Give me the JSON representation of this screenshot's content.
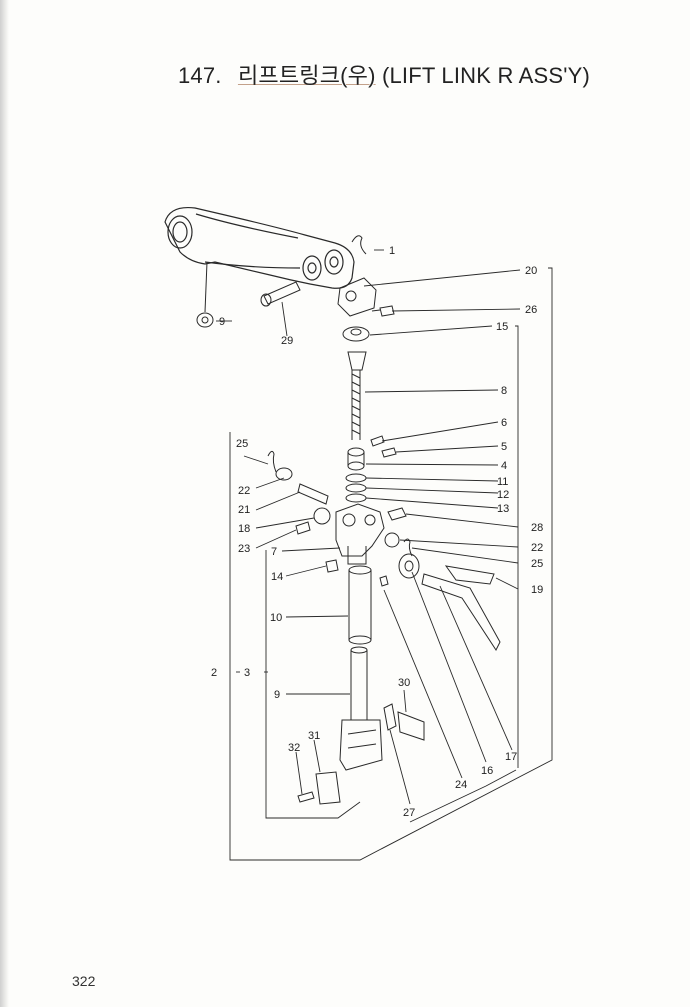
{
  "title": {
    "number": "147.",
    "korean": "리프트링크(우)",
    "english": "(LIFT LINK R ASS'Y)"
  },
  "page_number": "322",
  "callouts": {
    "c1": "1",
    "c2": "2",
    "c3": "3",
    "c4": "4",
    "c5": "5",
    "c6": "6",
    "c7": "7",
    "c8": "8",
    "c9": "9",
    "c10": "10",
    "c11": "11",
    "c12": "12",
    "c13": "13",
    "c14": "14",
    "c15": "15",
    "c16": "16",
    "c17": "17",
    "c18": "18",
    "c19": "19",
    "c20": "20",
    "c21": "21",
    "c22a": "22",
    "c22b": "22",
    "c23": "23",
    "c24": "24",
    "c25a": "25",
    "c25b": "25",
    "c26": "26",
    "c27": "27",
    "c28": "28",
    "c29": "29",
    "c30": "30",
    "c31": "31",
    "c32": "32",
    "c9b": "9"
  }
}
